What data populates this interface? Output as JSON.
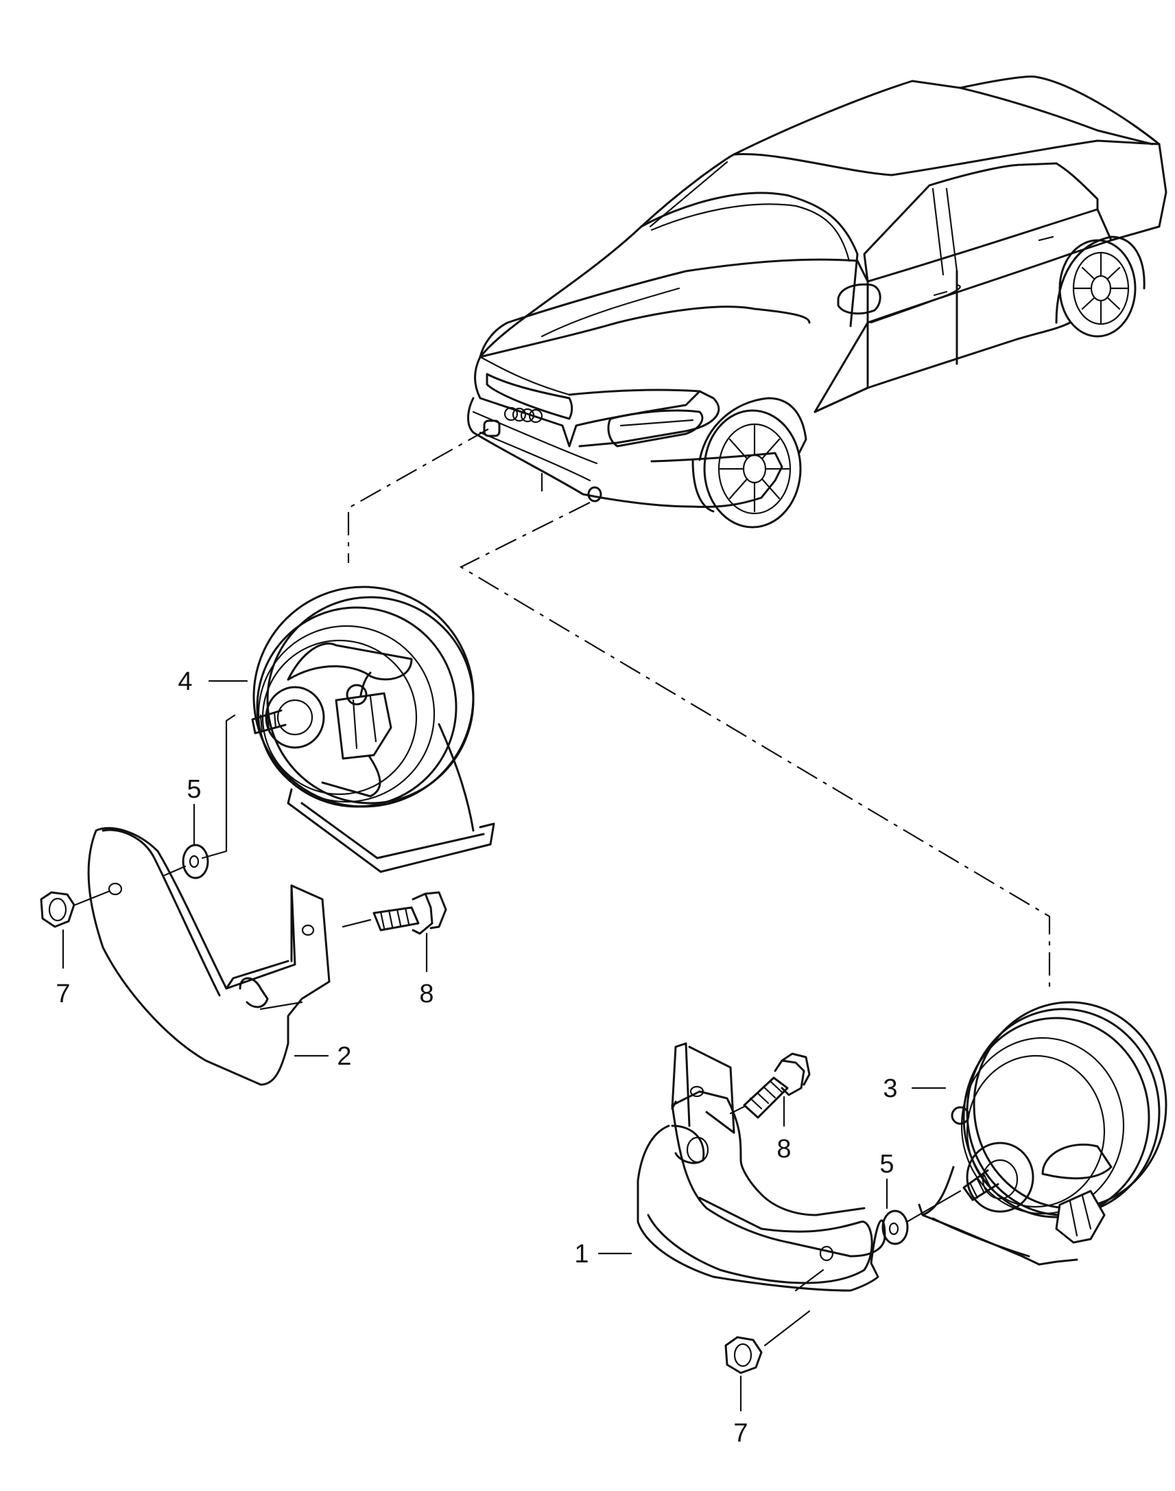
{
  "callouts": [
    {
      "id": "c4",
      "label": "4",
      "part": "horn-high-tone"
    },
    {
      "id": "c5a",
      "label": "5",
      "part": "washer"
    },
    {
      "id": "c7a",
      "label": "7",
      "part": "nut"
    },
    {
      "id": "c8a",
      "label": "8",
      "part": "bolt"
    },
    {
      "id": "c2",
      "label": "2",
      "part": "bracket-left"
    },
    {
      "id": "c3",
      "label": "3",
      "part": "horn-low-tone"
    },
    {
      "id": "c8b",
      "label": "8",
      "part": "bolt"
    },
    {
      "id": "c5b",
      "label": "5",
      "part": "washer"
    },
    {
      "id": "c1",
      "label": "1",
      "part": "bracket-right"
    },
    {
      "id": "c7b",
      "label": "7",
      "part": "nut"
    }
  ],
  "colors": {
    "line": "#111111",
    "background": "#ffffff"
  }
}
